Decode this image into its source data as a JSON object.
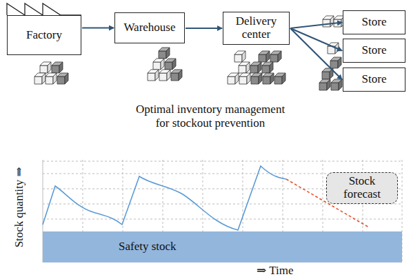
{
  "diagram": {
    "caption": "Optimal inventory management for stockout prevention",
    "nodes": [
      {
        "text": [
          "Factory"
        ]
      },
      {
        "text": [
          "Warehouse"
        ]
      },
      {
        "text": [
          "Delivery center"
        ]
      },
      {
        "text": [
          "Store"
        ]
      },
      {
        "text": [
          "Store"
        ]
      },
      {
        "text": [
          "Store"
        ]
      },
      {
        "text": [
          "Stock forecast"
        ]
      },
      {
        "text": [
          "Safety stock"
        ]
      }
    ],
    "edges": [
      {
        "from": 0,
        "to": 1,
        "arrow": "to"
      },
      {
        "from": 1,
        "to": 2,
        "arrow": "to"
      },
      {
        "from": 2,
        "to": 3,
        "arrow": "to"
      },
      {
        "from": 2,
        "to": 4,
        "arrow": "to"
      },
      {
        "from": 2,
        "to": 5,
        "arrow": "to"
      }
    ],
    "labels": [
      "Stock quantity ⇒",
      "⇒ Time"
    ]
  }
}
